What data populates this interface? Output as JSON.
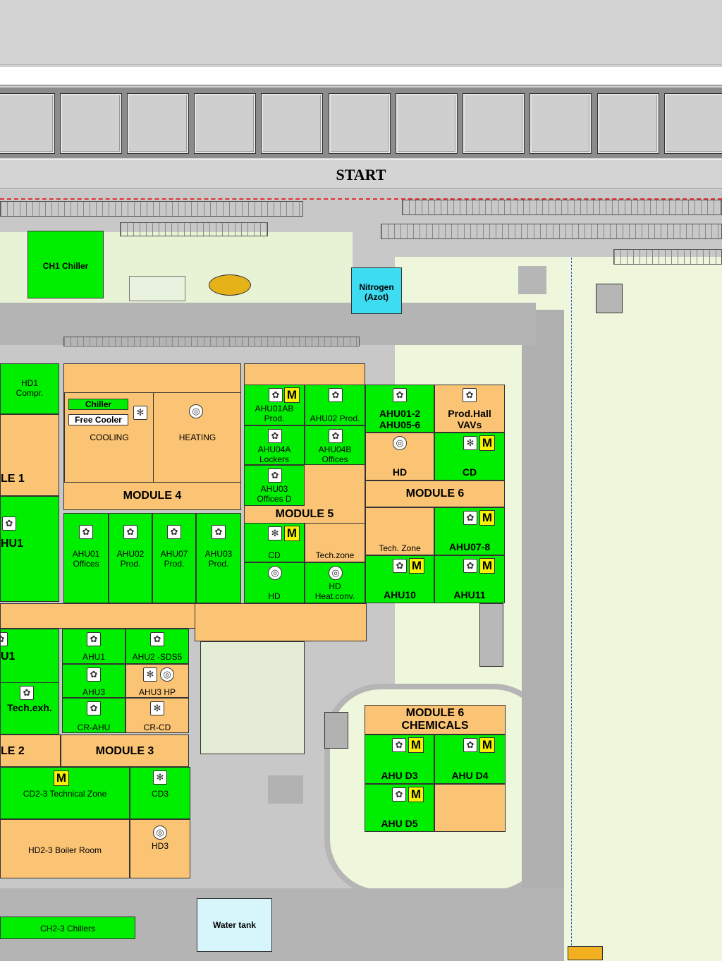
{
  "start_label": "START",
  "colors": {
    "green": "#00ef00",
    "orange": "#fbc474",
    "cyan": "#3ddcf0",
    "light_blue": "#d6f6fc",
    "yellow": "#f6f200"
  },
  "nav_buttons": [
    "",
    "",
    "",
    "",
    "",
    "",
    "",
    "",
    "",
    "",
    ""
  ],
  "map": {
    "ch1_chiller": "CH1 Chiller",
    "nitrogen": "Nitrogen\n(Azot)",
    "hd1_compr": "HD1\nCompr.",
    "module1_partial": "LE 1",
    "hu1_partial": "HU1",
    "module4": {
      "title": "MODULE 4",
      "chiller": "Chiller",
      "free_cooler": "Free Cooler",
      "cooling": "COOLING",
      "heating": "HEATING",
      "ahus": [
        "AHU01\nOffices",
        "AHU02\nProd.",
        "AHU07\nProd.",
        "AHU03\nProd."
      ]
    },
    "module5": {
      "title": "MODULE 5",
      "ahu01ab": "AHU01AB\nProd.",
      "ahu02": "AHU02 Prod.",
      "ahu04a": "AHU04A\nLockers",
      "ahu04b": "AHU04B\nOffices",
      "ahu03": "AHU03\nOffices D",
      "cd": "CD",
      "tech_zone": "Tech.zone",
      "hd": "HD",
      "hd_heat": "HD\nHeat.conv."
    },
    "module6": {
      "title": "MODULE 6",
      "ahu01_2": "AHU01-2\nAHU05-6",
      "prod_hall": "Prod.Hall\nVAVs",
      "hd": "HD",
      "cd": "CD",
      "tech_zone": "Tech. Zone",
      "ahu07_8": "AHU07-8",
      "ahu10": "AHU10",
      "ahu11": "AHU11"
    },
    "module3": {
      "title": "MODULE 3",
      "ahu1": "AHU1",
      "ahu2": "AHU2 -SDS5",
      "ahu3": "AHU3",
      "ahu3hp": "AHU3 HP",
      "cr_ahu": "CR-AHU",
      "cr_cd": "CR-CD",
      "cd23": "CD2-3 Technical Zone",
      "cd3": "CD3",
      "hd23": "HD2-3 Boiler Room",
      "hd3": "HD3"
    },
    "module2_partial": "LE 2",
    "u1_partial": "U1",
    "tech_exh": "Tech.exh.",
    "chemicals": {
      "title": "MODULE 6\nCHEMICALS",
      "d3": "AHU D3",
      "d4": "AHU D4",
      "d5": "AHU D5"
    },
    "water_tank": "Water tank",
    "ch23": "CH2-3 Chillers",
    "badge_m": "M"
  },
  "icons": [
    "fan-icon",
    "snowflake-icon",
    "heat-coil-icon",
    "motor-badge"
  ]
}
